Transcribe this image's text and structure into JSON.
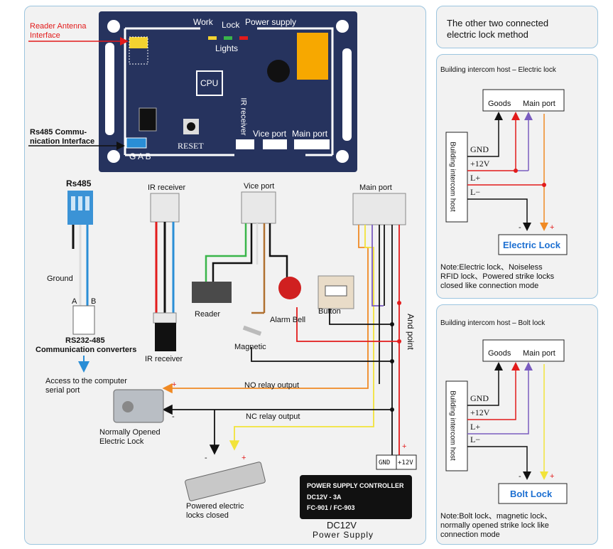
{
  "board": {
    "work_lock_label": "Work",
    "lock_label": "Lock",
    "power_supply_label": "Power supply",
    "lights_label": "Lights",
    "cpu_label": "CPU",
    "reset_label": "RESET",
    "ir_receiver_label": "IR receiver",
    "vice_port_label": "Vice port",
    "main_port_label": "Main port",
    "gab_label": "G A B",
    "reader_antenna_label": "Reader Antenna\nInterface",
    "rs485_interface_label": "Rs485 Commu-\nnication Interface"
  },
  "wiring": {
    "rs485_title": "Rs485",
    "ir_receiver_title": "IR receiver",
    "vice_port_title": "Vice port",
    "main_port_title": "Main port",
    "ground_label": "Ground",
    "a_label": "A",
    "b_label": "B",
    "converter_label": "RS232-485",
    "converter_sub_label": "Communication converters",
    "computer_label": "Access to the computer\nserial port",
    "ir_receiver_device_label": "IR receiver",
    "reader_label": "Reader",
    "alarm_bell_label": "Alarm Bell",
    "button_label": "Button",
    "magnetic_label": "Magnetic",
    "and_point_label": "And point",
    "no_relay_label": "NO relay output",
    "nc_relay_label": "NC relay output",
    "no_lock_label": "Normally Opened\nElectric Lock",
    "powered_lock_label": "Powered electric\nlocks closed",
    "gnd_label": "GND",
    "v12_label": "+12V",
    "psu_line1": "POWER SUPPLY CONTROLLER",
    "psu_line2": "DC12V - 3A",
    "psu_line3": "FC-901 / FC-903",
    "psu_title": "DC12V",
    "psu_subtitle": "Power Supply",
    "plus": "+",
    "minus": "-"
  },
  "side_title": "The other two connected\nelectric lock method",
  "electric_lock_panel": {
    "title": "Building intercom host – Electric lock",
    "goods": "Goods",
    "main_port": "Main port",
    "host_label": "Building intercom host",
    "gnd": "GND",
    "v12": "+12V",
    "lplus": "L+",
    "lminus": "L−",
    "lock_name": "Electric Lock",
    "note": "Note:Electric lock、Noiseless\nRFID lock、Powered strike locks\nclosed like connection mode"
  },
  "bolt_lock_panel": {
    "title": "Building intercom host – Bolt lock",
    "goods": "Goods",
    "main_port": "Main port",
    "host_label": "Building intercom host",
    "gnd": "GND",
    "v12": "+12V",
    "lplus": "L+",
    "lminus": "L−",
    "lock_name": "Bolt Lock",
    "note": "Note:Bolt lock、magnetic lock、\nnormally opened strike lock like\nconnection mode"
  },
  "colors": {
    "board": "#26335e",
    "panel_border": "#9cc5df",
    "red_wire": "#e21b1b",
    "orange_wire": "#f08a24",
    "purple_wire": "#7a5cc0",
    "yellow_wire": "#f2e33a",
    "blue_wire": "#2a8ed6",
    "lock_name": "#1c6fd1"
  }
}
